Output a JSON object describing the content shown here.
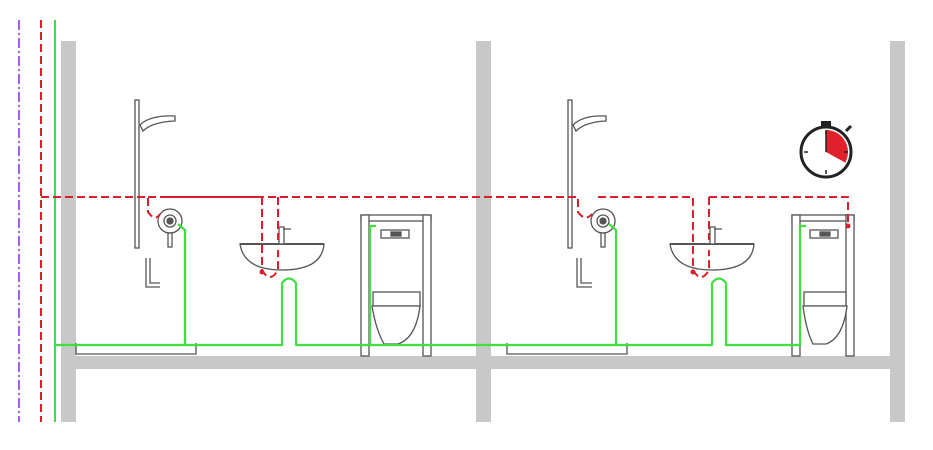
{
  "colors": {
    "background": "#ffffff",
    "structure": "#c8c8c8",
    "hot_supply": "#d9202a",
    "cold_supply": "#3de03d",
    "riser_dashdot": "#8a2be2",
    "fixture_stroke": "#555555"
  },
  "icons": [
    "timer-icon",
    "shower-icon",
    "washbasin-icon",
    "wc-icon",
    "circulation-valve-icon"
  ],
  "units": [
    {
      "name": "bathroom-left",
      "fixtures": [
        "shower",
        "washbasin",
        "wc"
      ]
    },
    {
      "name": "bathroom-right",
      "fixtures": [
        "shower",
        "washbasin",
        "wc"
      ]
    }
  ],
  "timer": {
    "fill_fraction": 0.33
  }
}
